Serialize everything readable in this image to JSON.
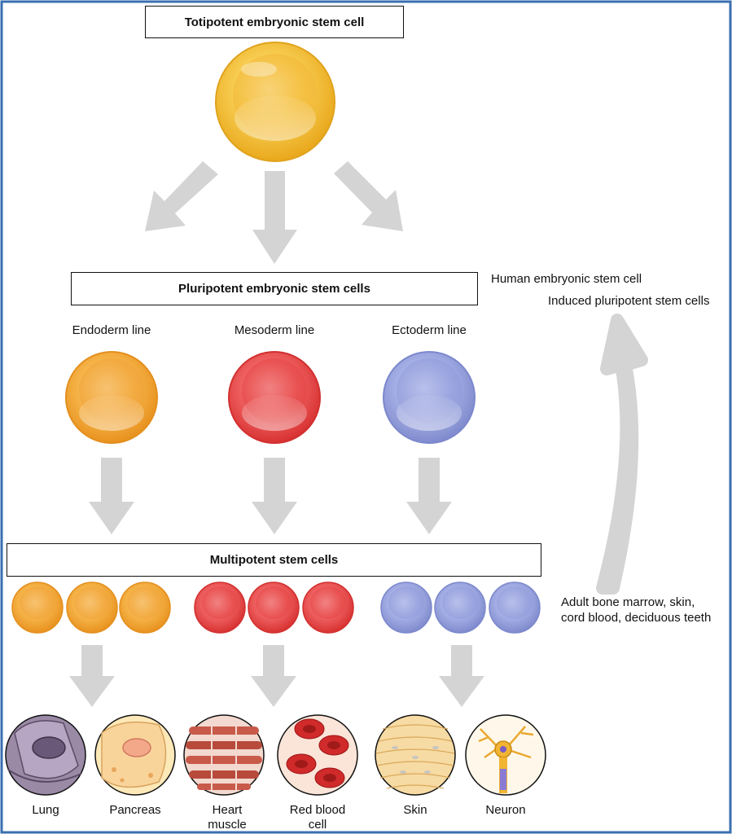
{
  "levels": {
    "totipotent": "Totipotent embryonic stem cell",
    "pluripotent": "Pluripotent embryonic stem cells",
    "multipotent": "Multipotent stem cells"
  },
  "lines": {
    "endoderm": "Endoderm line",
    "mesoderm": "Mesoderm line",
    "ectoderm": "Ectoderm line"
  },
  "side_labels": {
    "human_embryonic": "Human embryonic stem cell",
    "induced": "Induced pluripotent stem cells",
    "adult_line1": "Adult bone marrow, skin,",
    "adult_line2": "cord blood, deciduous teeth"
  },
  "cell_types": {
    "lung": "Lung",
    "pancreas": "Pancreas",
    "heart_line1": "Heart",
    "heart_line2": "muscle",
    "rbc_line1": "Red blood",
    "rbc_line2": "cell",
    "skin": "Skin",
    "neuron": "Neuron"
  },
  "colors": {
    "frame": "#3a6fb0",
    "arrow": "#d4d4d4",
    "totipotent_cell": "#f2b62a",
    "endoderm_cell": "#f2a73a",
    "mesoderm_cell": "#e84545",
    "ectoderm_cell": "#8e9bd8"
  }
}
